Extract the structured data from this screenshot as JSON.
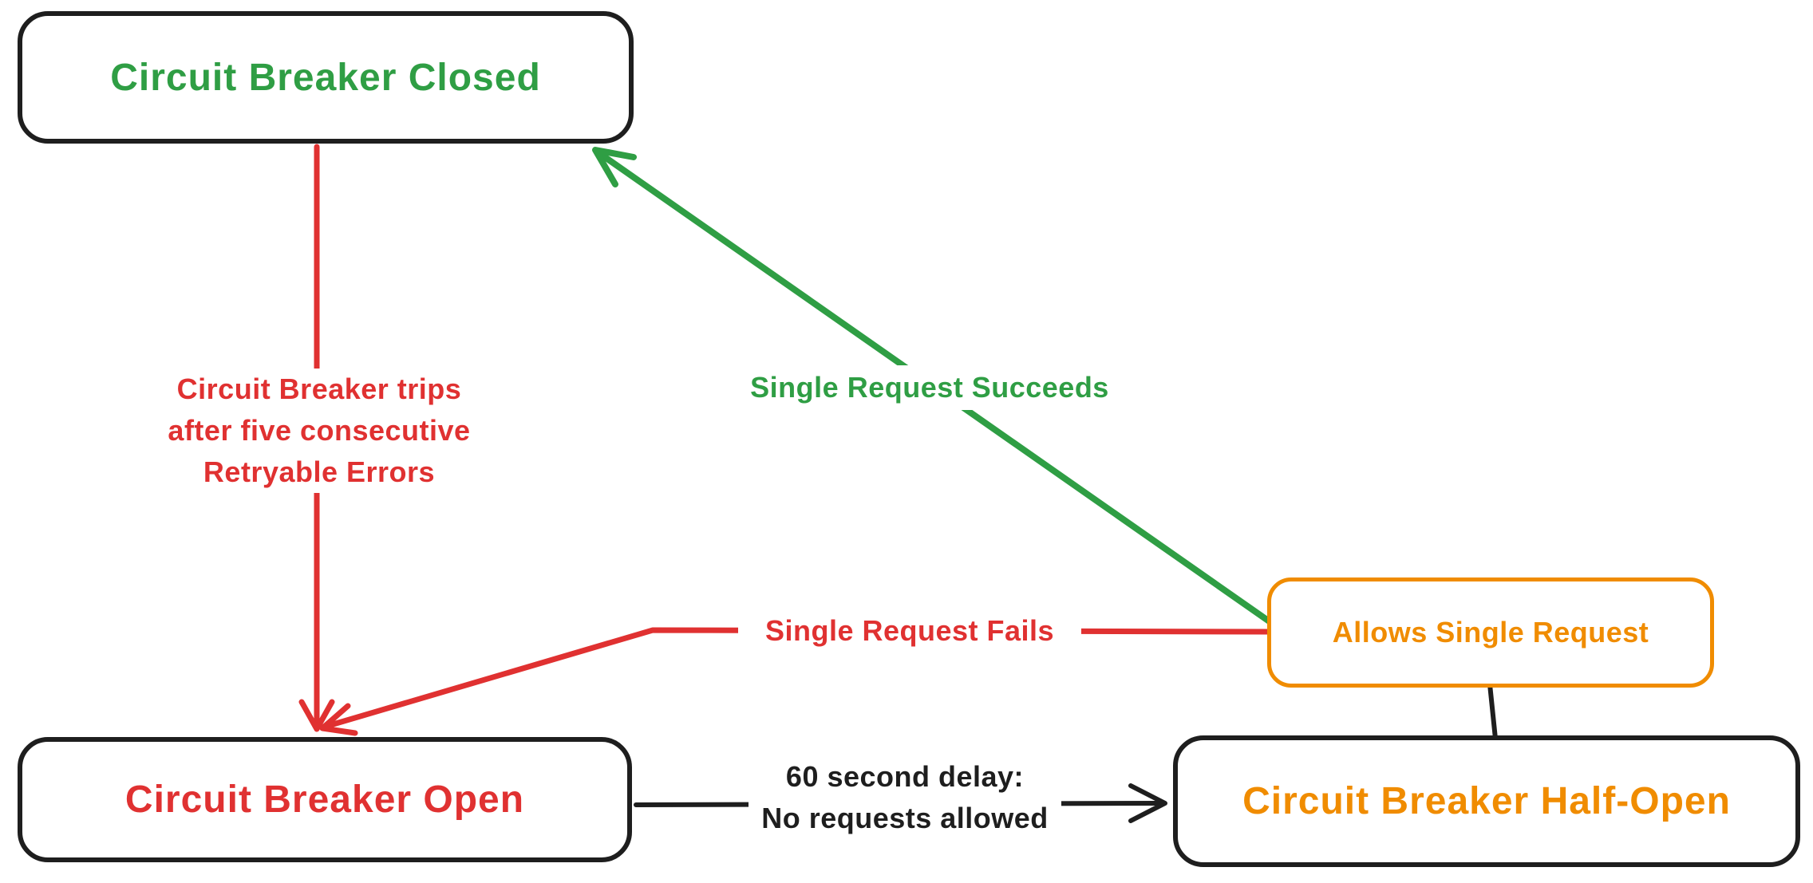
{
  "colors": {
    "ink": "#1e1e1e",
    "green": "#2f9e44",
    "red": "#e03131",
    "orange": "#f08c00",
    "background": "#ffffff"
  },
  "nodes": {
    "closed": {
      "label": "Circuit Breaker Closed",
      "color": "#2f9e44"
    },
    "open": {
      "label": "Circuit Breaker Open",
      "color": "#e03131"
    },
    "half_open": {
      "label": "Circuit Breaker Half-Open",
      "color": "#f08c00"
    },
    "allows_single_request": {
      "label": "Allows Single Request",
      "color": "#f08c00"
    }
  },
  "edges": {
    "closed_to_open": {
      "lines": [
        "Circuit Breaker trips",
        "after five consecutive",
        "Retryable Errors"
      ],
      "color": "#e03131"
    },
    "half_open_to_closed": {
      "label": "Single Request Succeeds",
      "color": "#2f9e44"
    },
    "half_open_to_open": {
      "label": "Single Request Fails",
      "color": "#e03131"
    },
    "open_to_half_open": {
      "lines": [
        "60 second delay:",
        "No requests allowed"
      ],
      "color": "#1e1e1e"
    },
    "allows_to_half_open": {
      "color": "#1e1e1e"
    }
  }
}
